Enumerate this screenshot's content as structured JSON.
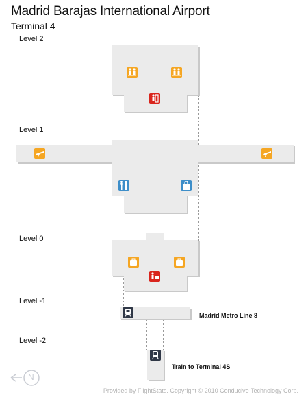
{
  "header": {
    "title": "Madrid Barajas International Airport",
    "subtitle": "Terminal 4"
  },
  "levels": [
    {
      "label": "Level 2"
    },
    {
      "label": "Level 1"
    },
    {
      "label": "Level 0"
    },
    {
      "label": "Level -1"
    },
    {
      "label": "Level -2"
    }
  ],
  "icons": {
    "level2": [
      "family-restroom-icon",
      "family-restroom-icon",
      "security-check-icon"
    ],
    "level1": [
      "departures-plane-icon",
      "departures-plane-icon",
      "restaurant-icon",
      "shop-icon"
    ],
    "level0": [
      "baggage-claim-icon",
      "baggage-claim-icon",
      "baggage-services-icon"
    ],
    "level_minus1": [
      "metro-train-icon"
    ],
    "level_minus2": [
      "train-icon"
    ]
  },
  "callouts": {
    "metro": "Madrid Metro Line 8",
    "train": "Train to Terminal 4S"
  },
  "compass": {
    "letter": "N"
  },
  "footer": {
    "credit": "Provided by FlightStats. Copyright © 2010 Conducive Technology Corp."
  },
  "colors": {
    "amenity": "#f5a623",
    "security": "#d9251d",
    "dining_shopping": "#3d8ec9",
    "transit": "#2f3746",
    "floor": "#ebebeb"
  }
}
